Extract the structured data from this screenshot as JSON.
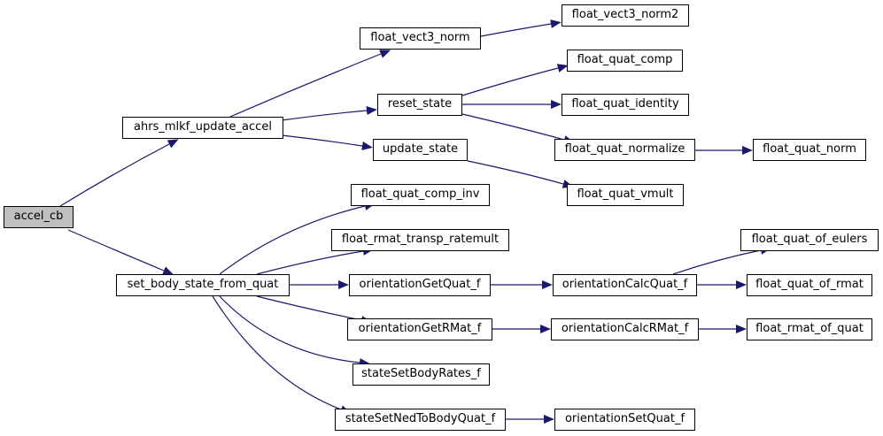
{
  "colors": {
    "edge": "#191970",
    "root_fill": "#bfbfbf",
    "node_fill": "#ffffff",
    "border": "#000000"
  },
  "nodes": {
    "accel_cb": "accel_cb",
    "ahrs_mlkf_update_accel": "ahrs_mlkf_update_accel",
    "set_body_state_from_quat": "set_body_state_from_quat",
    "float_vect3_norm": "float_vect3_norm",
    "float_vect3_norm2": "float_vect3_norm2",
    "reset_state": "reset_state",
    "update_state": "update_state",
    "float_quat_comp": "float_quat_comp",
    "float_quat_identity": "float_quat_identity",
    "float_quat_normalize": "float_quat_normalize",
    "float_quat_norm": "float_quat_norm",
    "float_quat_vmult": "float_quat_vmult",
    "float_quat_comp_inv": "float_quat_comp_inv",
    "float_rmat_transp_ratemult": "float_rmat_transp_ratemult",
    "orientationGetQuat_f": "orientationGetQuat_f",
    "orientationCalcQuat_f": "orientationCalcQuat_f",
    "float_quat_of_eulers": "float_quat_of_eulers",
    "float_quat_of_rmat": "float_quat_of_rmat",
    "orientationGetRMat_f": "orientationGetRMat_f",
    "orientationCalcRMat_f": "orientationCalcRMat_f",
    "float_rmat_of_quat": "float_rmat_of_quat",
    "stateSetBodyRates_f": "stateSetBodyRates_f",
    "stateSetNedToBodyQuat_f": "stateSetNedToBodyQuat_f",
    "orientationSetQuat_f": "orientationSetQuat_f"
  },
  "edges": [
    [
      "accel_cb",
      "ahrs_mlkf_update_accel"
    ],
    [
      "accel_cb",
      "set_body_state_from_quat"
    ],
    [
      "ahrs_mlkf_update_accel",
      "float_vect3_norm"
    ],
    [
      "ahrs_mlkf_update_accel",
      "reset_state"
    ],
    [
      "ahrs_mlkf_update_accel",
      "update_state"
    ],
    [
      "float_vect3_norm",
      "float_vect3_norm2"
    ],
    [
      "reset_state",
      "float_quat_comp"
    ],
    [
      "reset_state",
      "float_quat_identity"
    ],
    [
      "reset_state",
      "float_quat_normalize"
    ],
    [
      "update_state",
      "float_quat_vmult"
    ],
    [
      "float_quat_normalize",
      "float_quat_norm"
    ],
    [
      "set_body_state_from_quat",
      "float_quat_comp_inv"
    ],
    [
      "set_body_state_from_quat",
      "float_rmat_transp_ratemult"
    ],
    [
      "set_body_state_from_quat",
      "orientationGetQuat_f"
    ],
    [
      "set_body_state_from_quat",
      "orientationGetRMat_f"
    ],
    [
      "set_body_state_from_quat",
      "stateSetBodyRates_f"
    ],
    [
      "set_body_state_from_quat",
      "stateSetNedToBodyQuat_f"
    ],
    [
      "orientationGetQuat_f",
      "orientationCalcQuat_f"
    ],
    [
      "orientationCalcQuat_f",
      "float_quat_of_eulers"
    ],
    [
      "orientationCalcQuat_f",
      "float_quat_of_rmat"
    ],
    [
      "orientationGetRMat_f",
      "orientationCalcRMat_f"
    ],
    [
      "orientationCalcRMat_f",
      "float_rmat_of_quat"
    ],
    [
      "stateSetNedToBodyQuat_f",
      "orientationSetQuat_f"
    ]
  ]
}
